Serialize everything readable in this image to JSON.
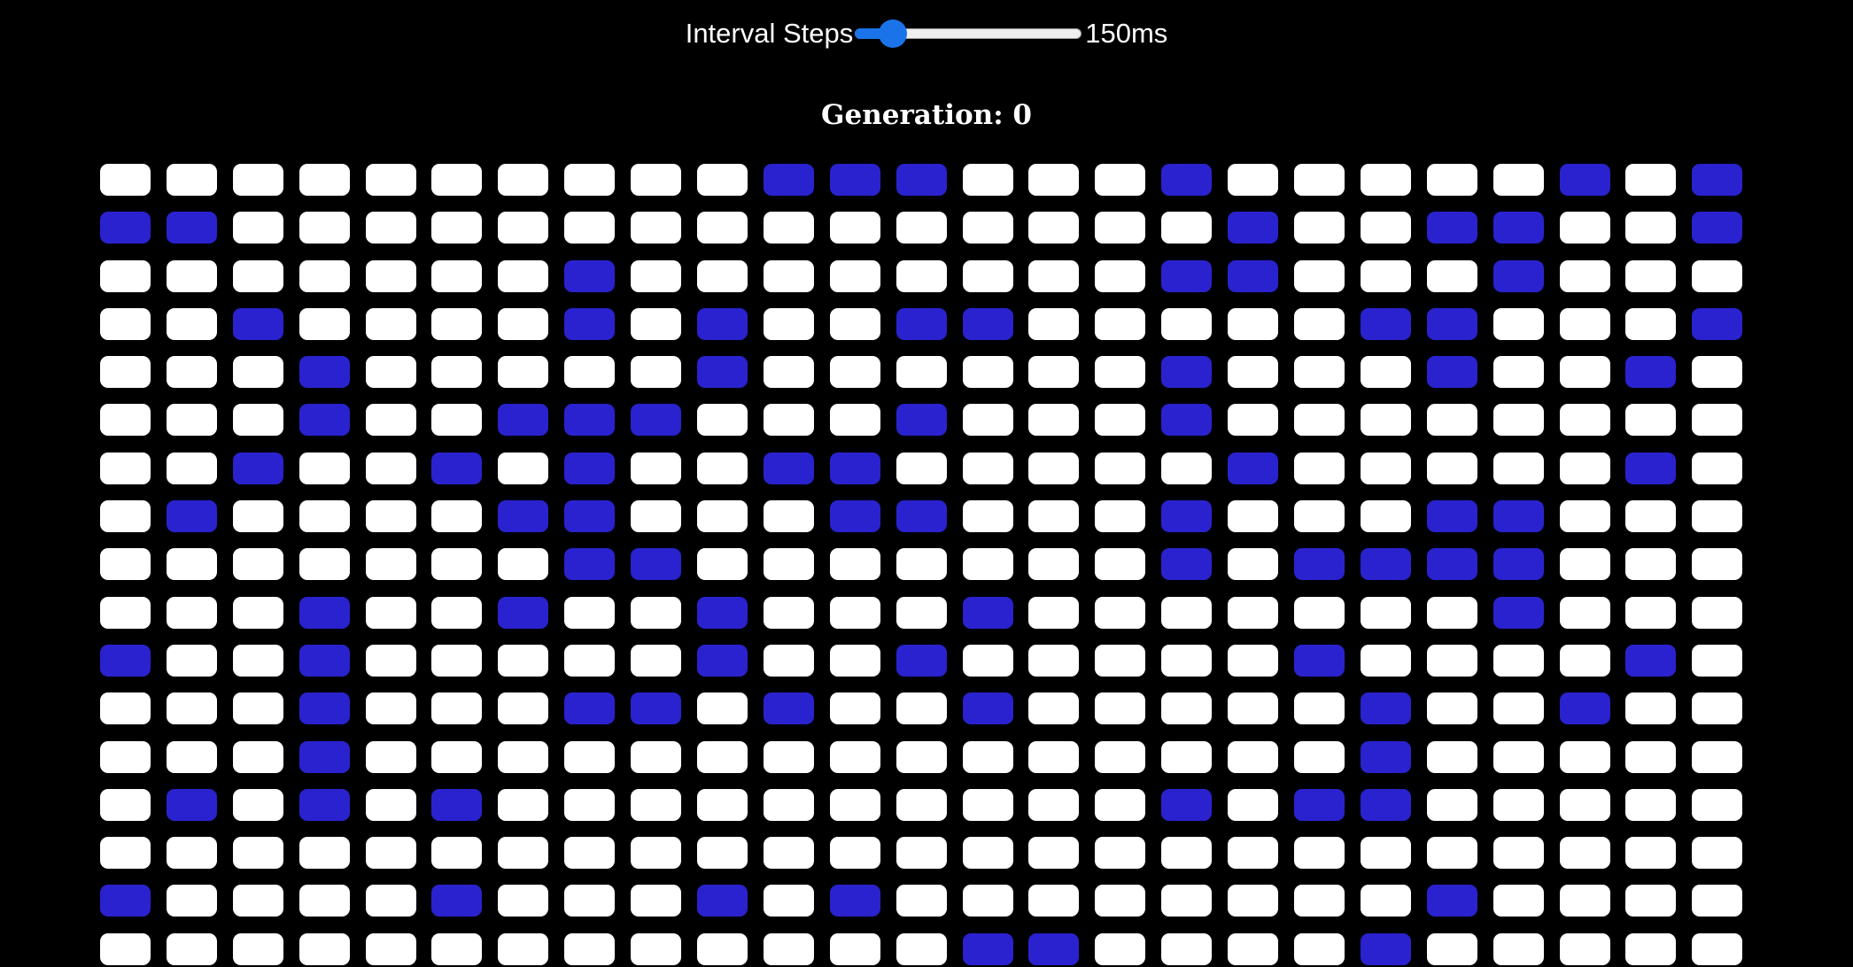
{
  "controls": {
    "interval_label": "Interval Steps",
    "interval_value": 150,
    "interval_unit": "ms",
    "interval_display": "150ms",
    "slider_level": 0.12
  },
  "header": {
    "generation_text": "Generation: 0"
  },
  "grid": {
    "rows": [
      "0000000000111000100000101",
      "1100000000000000010011001",
      "0000000100000000110001000",
      "0010000101001100000110001",
      "0001000001000000100010010",
      "0001001110001000100000000",
      "0010010100110000010000010",
      "0100001100011000100011000",
      "0000000110000000101111000",
      "0001001001000100000001000",
      "1001000001001000001000010",
      "0001000110100100000100100",
      "0001000000000000000100000",
      "0101010000000000101100000",
      "0000000000000000000000000",
      "1000010001010000000010000",
      "0000000000000110000100000"
    ]
  },
  "colors": {
    "alive": "#2a22cf",
    "dead": "#ffffff",
    "background": "#000000",
    "slider_accent": "#1a73e8"
  }
}
